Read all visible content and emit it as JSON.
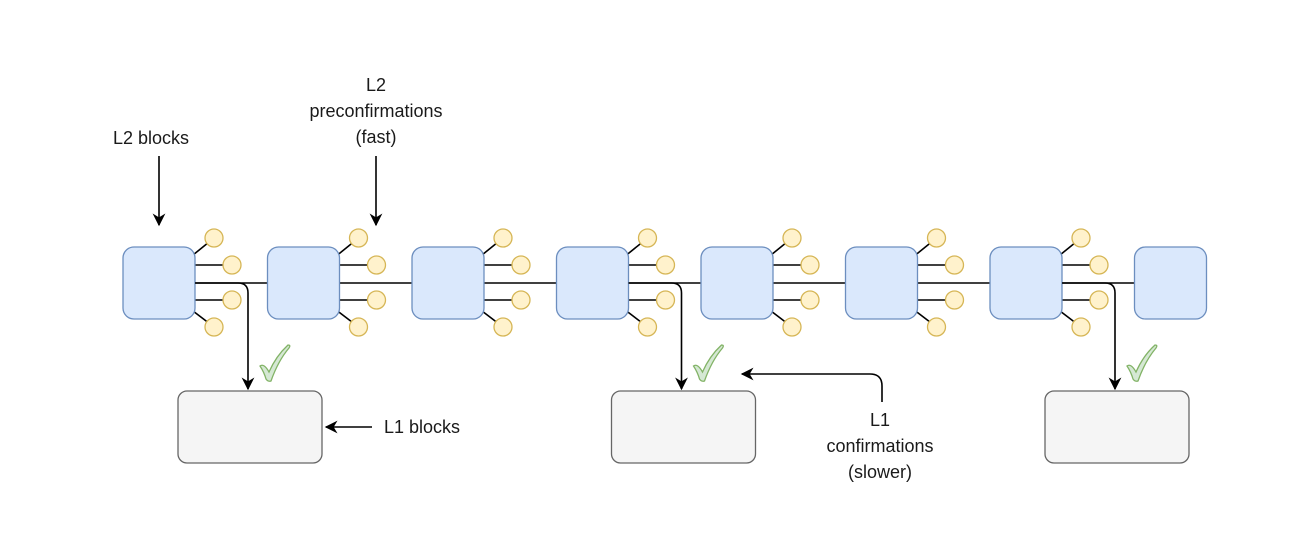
{
  "labels": {
    "l2_blocks": "L2 blocks",
    "l2_preconf_line1": "L2",
    "l2_preconf_line2": "preconfirmations",
    "l2_preconf_line3": "(fast)",
    "l1_blocks": "L1 blocks",
    "l1_conf_line1": "L1",
    "l1_conf_line2": "confirmations",
    "l1_conf_line3": "(slower)"
  },
  "l2_chain": {
    "block_count": 8,
    "preconfirmations_per_block": 4,
    "blocks_with_preconfirmations": 7
  },
  "l1_chain": {
    "block_count": 3,
    "confirmed_after_l2_block_index": [
      0,
      3,
      6
    ]
  },
  "colors": {
    "l2_fill": "#dae8fc",
    "l2_stroke": "#6c8ebf",
    "preconf_fill": "#fff2cc",
    "preconf_stroke": "#d6b656",
    "l1_fill": "#f5f5f5",
    "l1_stroke": "#666666",
    "check_fill": "#d5e8d4",
    "check_stroke": "#82b366",
    "line": "#000000"
  }
}
